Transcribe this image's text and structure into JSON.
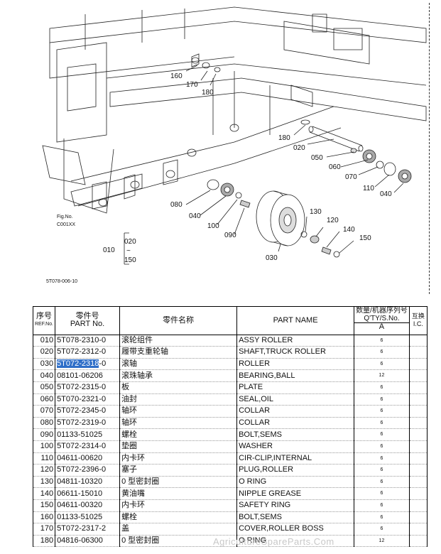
{
  "diagram": {
    "callouts": [
      "010",
      "020",
      "030",
      "040",
      "050",
      "060",
      "070",
      "080",
      "090",
      "100",
      "110",
      "120",
      "130",
      "140",
      "150",
      "160",
      "170",
      "180"
    ],
    "labels": {
      "l160": "160",
      "l170": "170",
      "l180a": "180",
      "l180b": "180",
      "l020": "020",
      "l050": "050",
      "l060": "060",
      "l070": "070",
      "l110": "110",
      "l040a": "040",
      "l080": "080",
      "l040b": "040",
      "l100": "100",
      "l090": "090",
      "l030": "030",
      "l130": "130",
      "l120": "120",
      "l140": "140",
      "l150": "150"
    },
    "fig_no_label": "Fig.No.",
    "fig_no": "C001XX",
    "bracket_010": "010",
    "bracket_020": "020",
    "bracket_tilde": "~",
    "bracket_150": "150",
    "drawing_code": "5T078-006-10"
  },
  "table": {
    "headers": {
      "ref_cn": "序号",
      "ref_en": "REF.No.",
      "part_cn": "零件号",
      "part_en": "PART No.",
      "name_cn": "零件名称",
      "name_en": "PART NAME",
      "qty_cn": "数量/机器序列号",
      "qty_en": "Q'TY/S.No.",
      "qty_col": "A",
      "ic_cn": "互换",
      "ic_en": "I.C."
    },
    "rows": [
      {
        "ref": "010",
        "part": "5T078-2310-0",
        "cn": "滚轮组件",
        "en": "ASSY ROLLER",
        "qty": "6"
      },
      {
        "ref": "020",
        "part": "5T072-2312-0",
        "cn": "履带支重轮轴",
        "en": "SHAFT,TRUCK ROLLER",
        "qty": "6"
      },
      {
        "ref": "030",
        "part": "5T072-2318-0",
        "cn": "滚轴",
        "en": "ROLLER",
        "qty": "6"
      },
      {
        "ref": "040",
        "part": "08101-06206",
        "cn": "滚珠轴承",
        "en": "BEARING,BALL",
        "qty": "12"
      },
      {
        "ref": "050",
        "part": "5T072-2315-0",
        "cn": "板",
        "en": "PLATE",
        "qty": "6"
      },
      {
        "ref": "060",
        "part": "5T070-2321-0",
        "cn": "油封",
        "en": "SEAL,OIL",
        "qty": "6"
      },
      {
        "ref": "070",
        "part": "5T072-2345-0",
        "cn": "轴环",
        "en": "COLLAR",
        "qty": "6"
      },
      {
        "ref": "080",
        "part": "5T072-2319-0",
        "cn": "轴环",
        "en": "COLLAR",
        "qty": "6"
      },
      {
        "ref": "090",
        "part": "01133-51025",
        "cn": "螺栓",
        "en": "BOLT,SEMS",
        "qty": "6"
      },
      {
        "ref": "100",
        "part": "5T072-2314-0",
        "cn": "垫圈",
        "en": "WASHER",
        "qty": "6"
      },
      {
        "ref": "110",
        "part": "04611-00620",
        "cn": "内卡环",
        "en": "CIR-CLIP,INTERNAL",
        "qty": "6"
      },
      {
        "ref": "120",
        "part": "5T072-2396-0",
        "cn": "塞子",
        "en": "PLUG,ROLLER",
        "qty": "6"
      },
      {
        "ref": "130",
        "part": "04811-10320",
        "cn": "0 型密封圈",
        "en": "O RING",
        "qty": "6"
      },
      {
        "ref": "140",
        "part": "06611-15010",
        "cn": "黄油嘴",
        "en": "NIPPLE GREASE",
        "qty": "6"
      },
      {
        "ref": "150",
        "part": "04611-00320",
        "cn": "内卡环",
        "en": "SAFETY RING",
        "qty": "6"
      },
      {
        "ref": "160",
        "part": "01133-51025",
        "cn": "螺栓",
        "en": "BOLT,SEMS",
        "qty": "6"
      },
      {
        "ref": "170",
        "part": "5T072-2317-2",
        "cn": "盖",
        "en": "COVER,ROLLER BOSS",
        "qty": "6"
      },
      {
        "ref": "180",
        "part": "04816-06300",
        "cn": "0 型密封圈",
        "en": "O RING",
        "qty": "12"
      }
    ],
    "highlight_part_prefix": "5T072-231",
    "highlight_part_rest": "8",
    "highlight_part_suffix": "-0"
  },
  "watermark": "AgricultureSpareParts.Com"
}
